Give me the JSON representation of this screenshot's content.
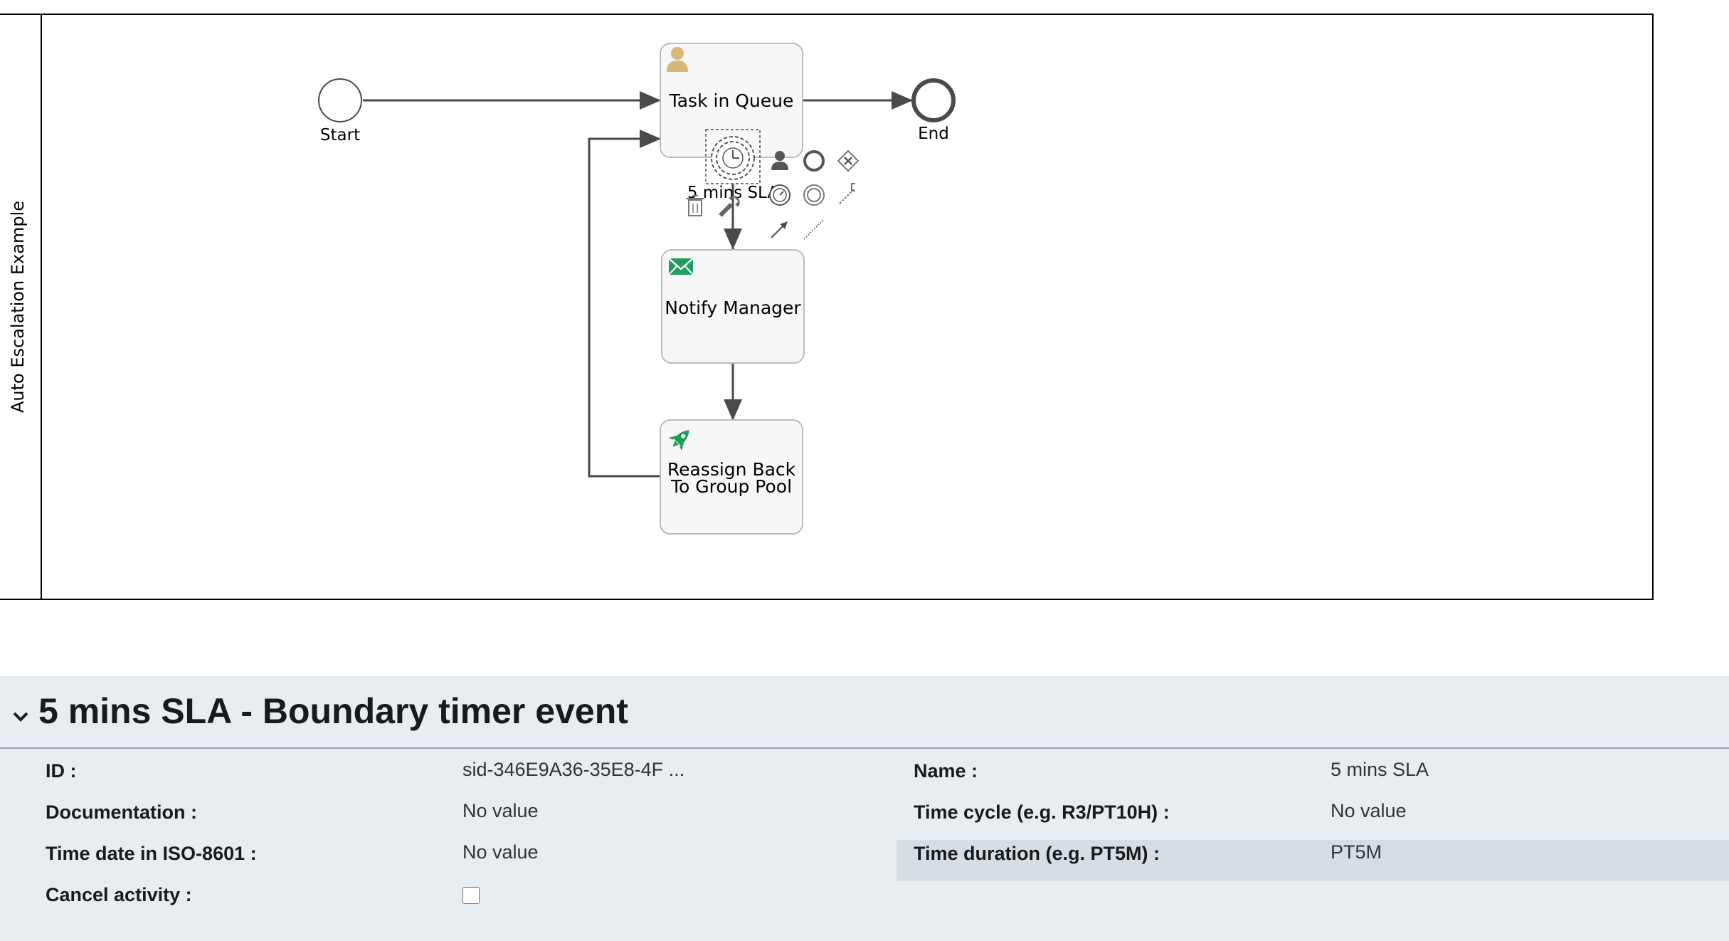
{
  "diagram": {
    "pool_name": "Auto Escalation Example",
    "start_label": "Start",
    "end_label": "End",
    "tasks": {
      "task_in_queue": "Task in Queue",
      "notify_manager": "Notify Manager",
      "reassign_line1": "Reassign Back",
      "reassign_line2": "To Group Pool"
    },
    "timer_label": "5 mins SLA",
    "colors": {
      "user_icon": "#d9b77a",
      "mail_icon": "#1e9e5c",
      "rocket_icon": "#1e9e5c"
    },
    "toolbox_icons": [
      "delete-icon",
      "wrench-icon",
      "user-task-icon",
      "circle-event-icon",
      "gateway-icon",
      "timer-icon",
      "intermediate-event-icon",
      "association-icon",
      "sequence-arrow-icon",
      "dotted-association-icon"
    ]
  },
  "properties": {
    "title": "5 mins SLA - Boundary timer event",
    "collapse_icon": "chevron-down-icon",
    "left": [
      {
        "label": "ID :",
        "value": "sid-346E9A36-35E8-4F ..."
      },
      {
        "label": "Documentation :",
        "value": "No value"
      },
      {
        "label": "Time date in ISO-8601 :",
        "value": "No value"
      },
      {
        "label": "Cancel activity :",
        "value": ""
      }
    ],
    "right": [
      {
        "label": "Name :",
        "value": "5 mins SLA"
      },
      {
        "label": "Time cycle (e.g. R3/PT10H) :",
        "value": "No value"
      },
      {
        "label": "Time duration (e.g. PT5M) :",
        "value": "PT5M"
      }
    ],
    "colors": {
      "panel_bg": "#e8edf2",
      "highlight_row": "#d5dde5"
    }
  }
}
